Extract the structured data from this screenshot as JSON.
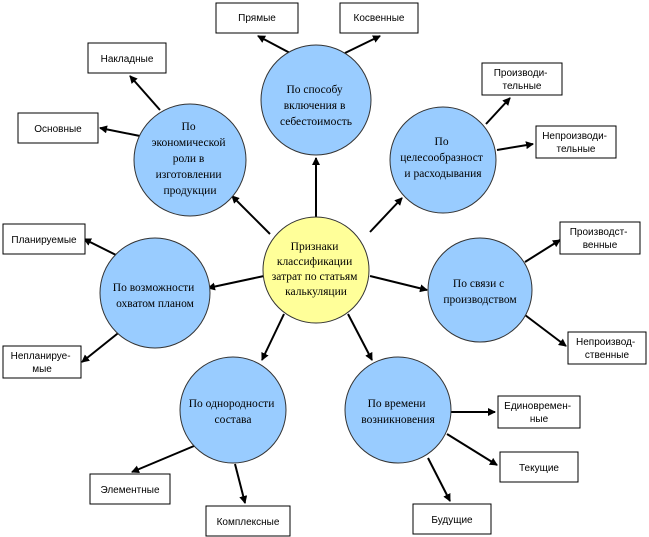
{
  "center": {
    "lines": [
      "Признаки",
      "классификации",
      "затрат по статьям",
      "калькуляции"
    ],
    "fill": "#ffff99"
  },
  "colors": {
    "circle_fill": "#99ccff",
    "circle_stroke": "#333333",
    "box_fill": "#ffffff",
    "box_stroke": "#000000",
    "arrow": "#000000"
  },
  "groups": [
    {
      "id": "method",
      "lines": [
        "По способу",
        "включения в",
        "себестоимость"
      ],
      "boxes": [
        {
          "id": "direct",
          "lines": [
            "Прямые"
          ]
        },
        {
          "id": "indirect",
          "lines": [
            "Косвенные"
          ]
        }
      ]
    },
    {
      "id": "expediency",
      "lines": [
        "По",
        "целесообразност",
        "и расходывания"
      ],
      "boxes": [
        {
          "id": "productive",
          "lines": [
            "Производи-",
            "тельные"
          ]
        },
        {
          "id": "unproductive",
          "lines": [
            "Непроизводи-",
            "тельные"
          ]
        }
      ]
    },
    {
      "id": "production",
      "lines": [
        "По связи с",
        "производством"
      ],
      "boxes": [
        {
          "id": "production-related",
          "lines": [
            "Производст-",
            "венные"
          ]
        },
        {
          "id": "nonproduction",
          "lines": [
            "Непроизвод-",
            "ственные"
          ]
        }
      ]
    },
    {
      "id": "time",
      "lines": [
        "По времени",
        "возникновения"
      ],
      "boxes": [
        {
          "id": "onetime",
          "lines": [
            "Единовремен-",
            "ные"
          ]
        },
        {
          "id": "current",
          "lines": [
            "Текущие"
          ]
        },
        {
          "id": "future",
          "lines": [
            "Будущие"
          ]
        }
      ]
    },
    {
      "id": "homogeneity",
      "lines": [
        "По однородности",
        "состава"
      ],
      "boxes": [
        {
          "id": "elemental",
          "lines": [
            "Элементные"
          ]
        },
        {
          "id": "complex",
          "lines": [
            "Комплексные"
          ]
        }
      ]
    },
    {
      "id": "planning",
      "lines": [
        "По возможности",
        "охватом планом"
      ],
      "boxes": [
        {
          "id": "planned",
          "lines": [
            "Планируемые"
          ]
        },
        {
          "id": "unplanned",
          "lines": [
            "Непланируе-",
            "мые"
          ]
        }
      ]
    },
    {
      "id": "economic-role",
      "lines": [
        "По",
        "экономической",
        "роли в",
        "изготовлении",
        "продукции"
      ],
      "boxes": [
        {
          "id": "basic",
          "lines": [
            "Основные"
          ]
        },
        {
          "id": "overhead",
          "lines": [
            "Накладные"
          ]
        }
      ]
    }
  ]
}
